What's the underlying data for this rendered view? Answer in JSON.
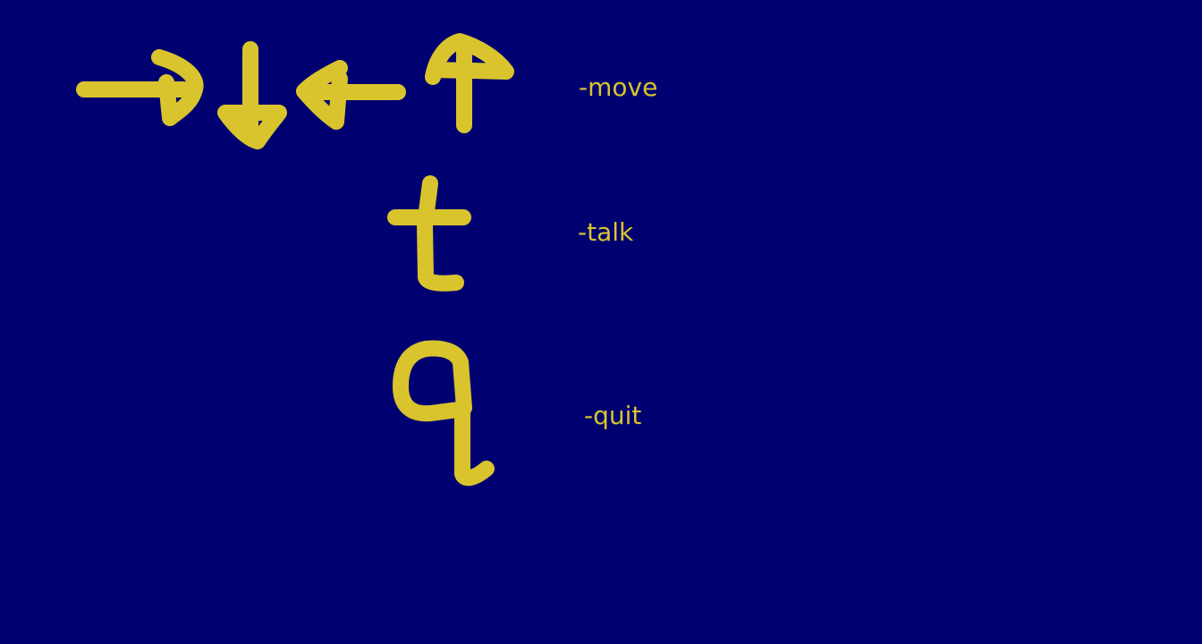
{
  "colors": {
    "background": "#000070",
    "accent": "#d9c42e"
  },
  "controls": [
    {
      "id": "move",
      "keys": [
        "right-arrow-key",
        "down-arrow-key",
        "left-arrow-key",
        "up-arrow-key"
      ],
      "label": "-move"
    },
    {
      "id": "talk",
      "keys": [
        "t-key"
      ],
      "label": "-talk"
    },
    {
      "id": "quit",
      "keys": [
        "q-key"
      ],
      "label": "-quit"
    }
  ]
}
